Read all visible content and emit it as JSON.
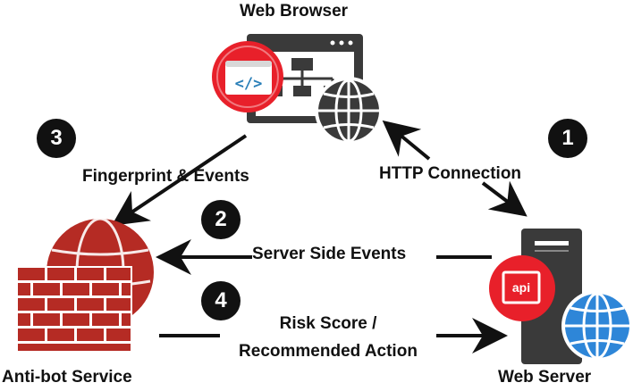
{
  "nodes": {
    "browser": {
      "label": "Web Browser"
    },
    "server": {
      "label": "Web Server",
      "badge": "api"
    },
    "antibot": {
      "label": "Anti-bot Service"
    }
  },
  "steps": [
    {
      "number": "1",
      "label": "HTTP Connection"
    },
    {
      "number": "2",
      "label": "Server Side Events"
    },
    {
      "number": "3",
      "label": "Fingerprint & Events"
    },
    {
      "number": "4",
      "label_line1": "Risk Score /",
      "label_line2": "Recommended Action"
    }
  ],
  "colors": {
    "red": "#e8202a",
    "globe_blue": "#2e86d8",
    "dark": "#3a3a3a",
    "brick": "#b52b24"
  }
}
